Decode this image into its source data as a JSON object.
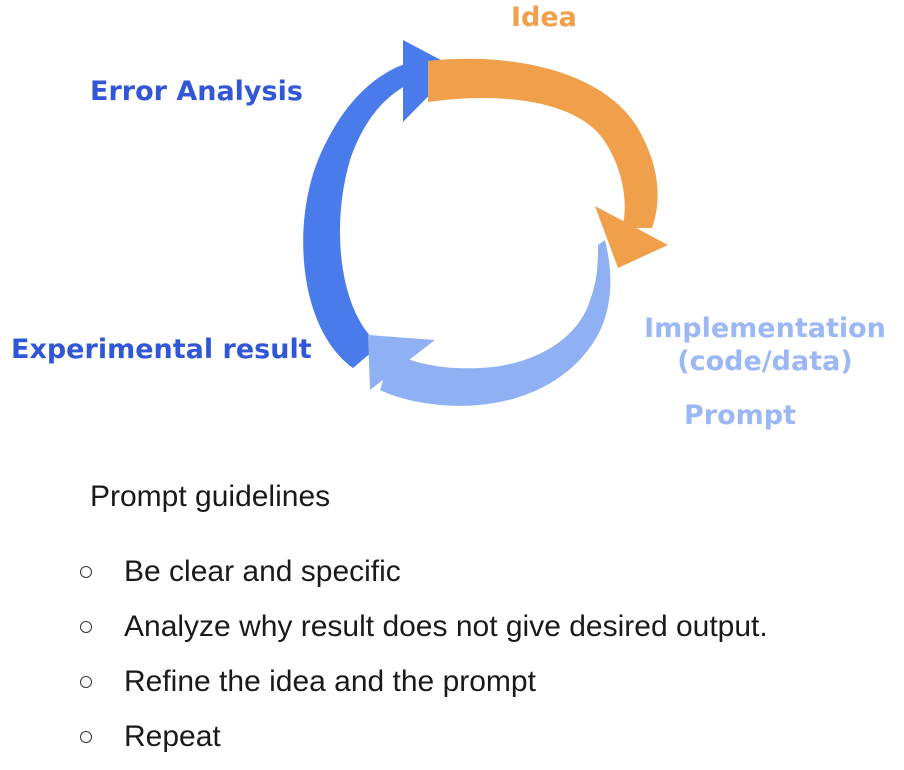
{
  "diagram": {
    "stages": [
      {
        "id": "idea",
        "label": "Idea",
        "color": "#F0A04B"
      },
      {
        "id": "implementation",
        "label_line1": "Implementation",
        "label_line2": "(code/data)",
        "label_line3": "Prompt",
        "color": "#9BB8F5"
      },
      {
        "id": "experimental",
        "label": "Experimental result",
        "color": "#3257D6"
      },
      {
        "id": "error",
        "label": "Error Analysis",
        "color": "#3257D6"
      }
    ],
    "arc_colors": {
      "orange": "#F0A04B",
      "light_blue": "#8FB0F3",
      "blue": "#4A7BEA"
    }
  },
  "guidelines": {
    "title": "Prompt guidelines",
    "items": [
      "Be clear and specific",
      "Analyze why result does not give desired output.",
      "Refine the idea and the prompt",
      "Repeat"
    ]
  }
}
